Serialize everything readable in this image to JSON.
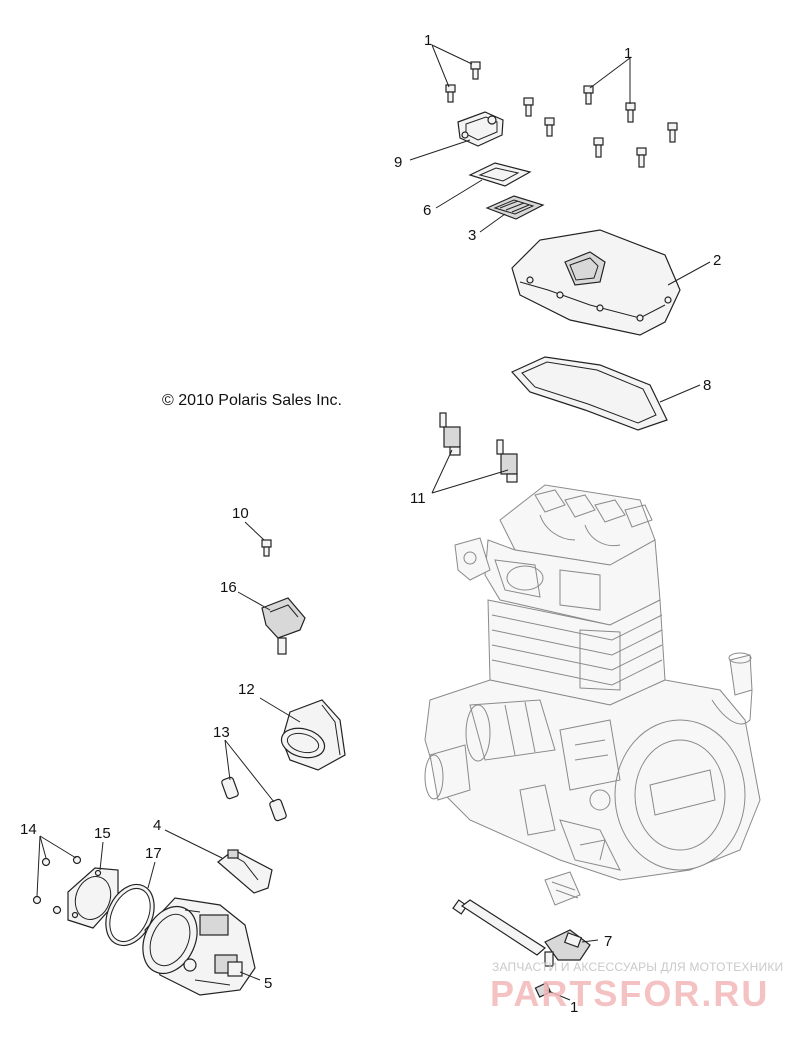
{
  "copyright": "© 2010 Polaris Sales Inc.",
  "watermark": {
    "tagline": "ЗАПЧАСТИ И АКСЕССУАРЫ ДЛЯ МОТОТЕХНИКИ",
    "logo": "PARTSFOR.RU",
    "color": "#f3b8b8"
  },
  "callouts": [
    {
      "id": "c1a",
      "text": "1"
    },
    {
      "id": "c1b",
      "text": "1"
    },
    {
      "id": "c9",
      "text": "9"
    },
    {
      "id": "c6",
      "text": "6"
    },
    {
      "id": "c3",
      "text": "3"
    },
    {
      "id": "c2",
      "text": "2"
    },
    {
      "id": "c8",
      "text": "8"
    },
    {
      "id": "c11",
      "text": "11"
    },
    {
      "id": "c10",
      "text": "10"
    },
    {
      "id": "c16",
      "text": "16"
    },
    {
      "id": "c12",
      "text": "12"
    },
    {
      "id": "c13",
      "text": "13"
    },
    {
      "id": "c14",
      "text": "14"
    },
    {
      "id": "c15",
      "text": "15"
    },
    {
      "id": "c4",
      "text": "4"
    },
    {
      "id": "c17",
      "text": "17"
    },
    {
      "id": "c5",
      "text": "5"
    },
    {
      "id": "c7",
      "text": "7"
    },
    {
      "id": "c1c",
      "text": "1"
    }
  ]
}
